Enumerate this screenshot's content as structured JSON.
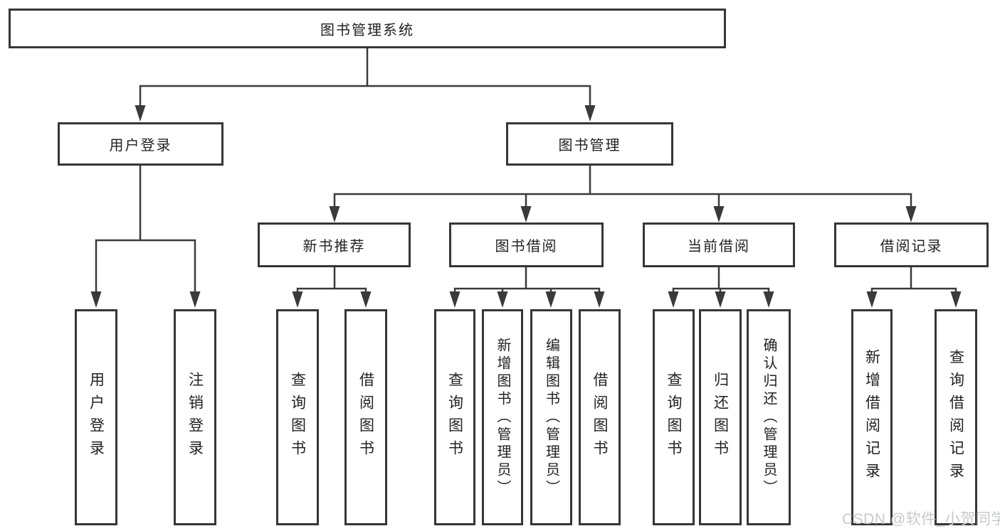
{
  "diagram": {
    "root": "图书管理系统",
    "level2": [
      "用户登录",
      "图书管理"
    ],
    "level3": [
      "新书推荐",
      "图书借阅",
      "当前借阅",
      "借阅记录"
    ],
    "leaves": {
      "user_login": [
        "用户登录",
        "注销登录"
      ],
      "new_book_recommend": [
        "查询图书",
        "借阅图书"
      ],
      "book_borrow": [
        "查询图书",
        "新增图书（管理员）",
        "编辑图书（管理员）",
        "借阅图书"
      ],
      "current_borrow": [
        "查询图书",
        "归还图书",
        "确认归还（管理员）"
      ],
      "borrow_records": [
        "新增借阅记录",
        "查询借阅记录"
      ]
    }
  },
  "watermark": "CSDN @软件_小贺同学",
  "colors": {
    "line": "#3a3a3a",
    "border": "#363636",
    "text": "#222222",
    "background": "#ffffff",
    "watermark": "#c6c9cc"
  }
}
